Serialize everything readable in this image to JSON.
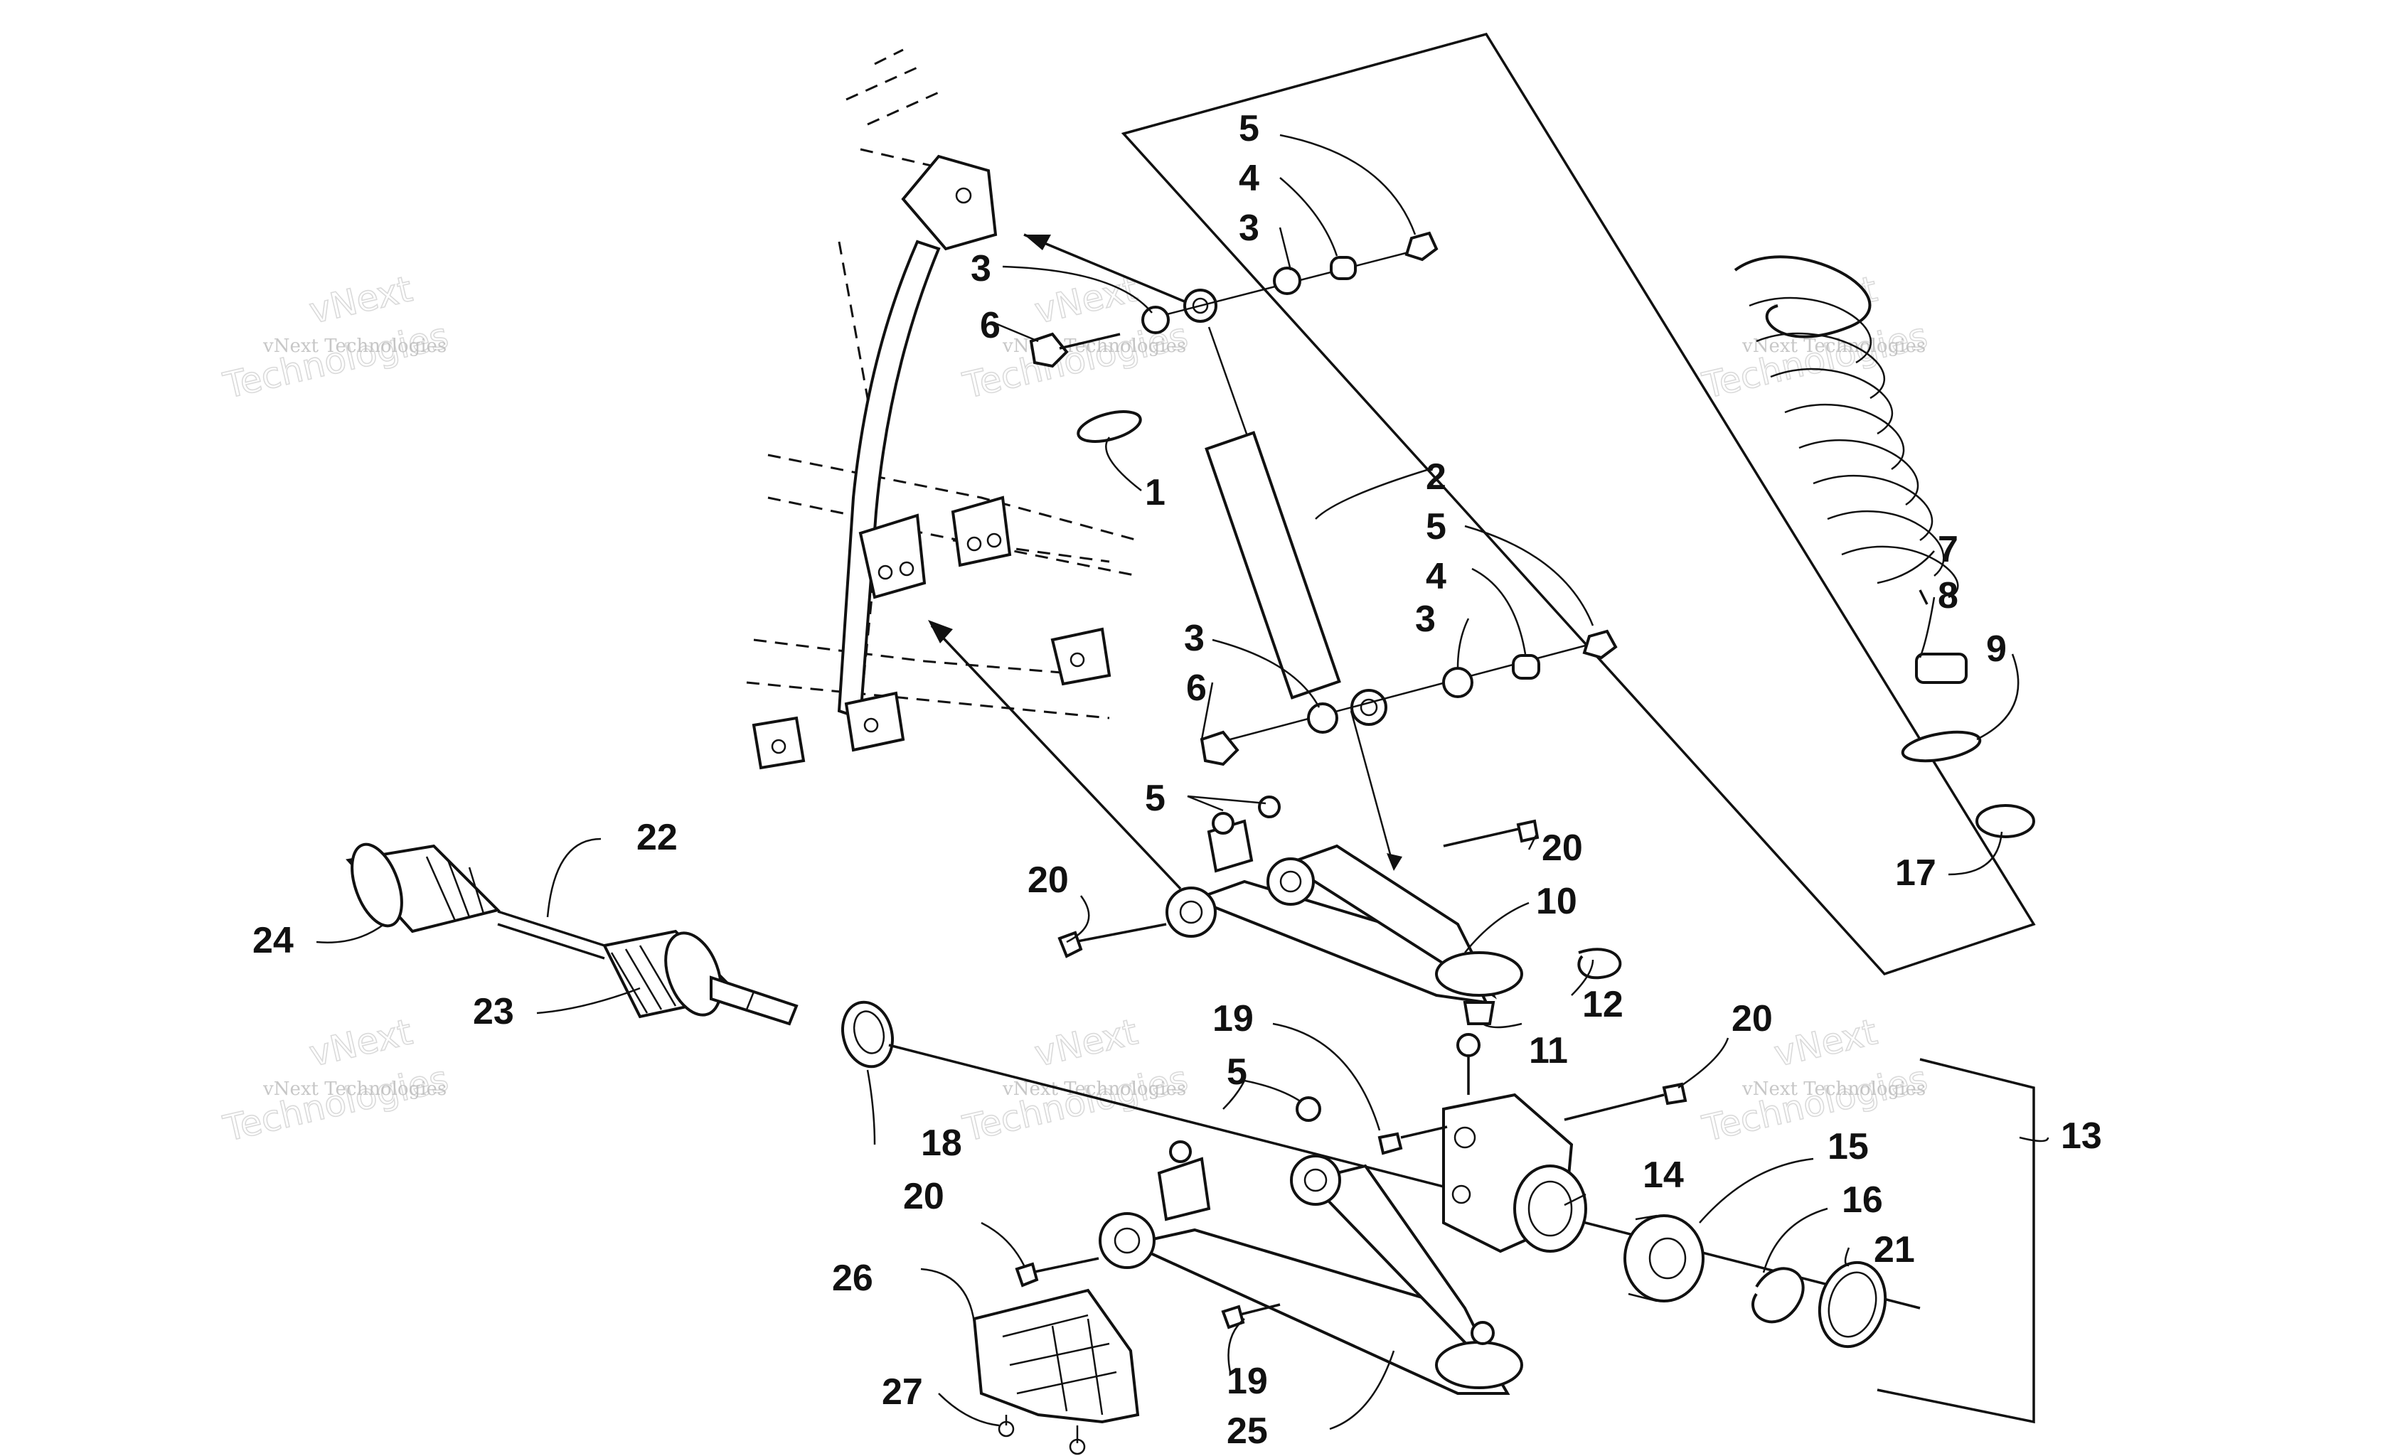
{
  "diagram": {
    "callouts": [
      "1",
      "2",
      "3",
      "3",
      "3",
      "3",
      "4",
      "4",
      "5",
      "5",
      "5",
      "5",
      "6",
      "6",
      "7",
      "8",
      "9",
      "10",
      "11",
      "12",
      "13",
      "14",
      "15",
      "16",
      "17",
      "18",
      "19",
      "19",
      "20",
      "20",
      "20",
      "20",
      "21",
      "22",
      "23",
      "24",
      "25",
      "26",
      "27"
    ]
  },
  "watermark": {
    "company": "vNext Technologies",
    "brand_line1": "vNext",
    "brand_line2": "Technologies"
  }
}
